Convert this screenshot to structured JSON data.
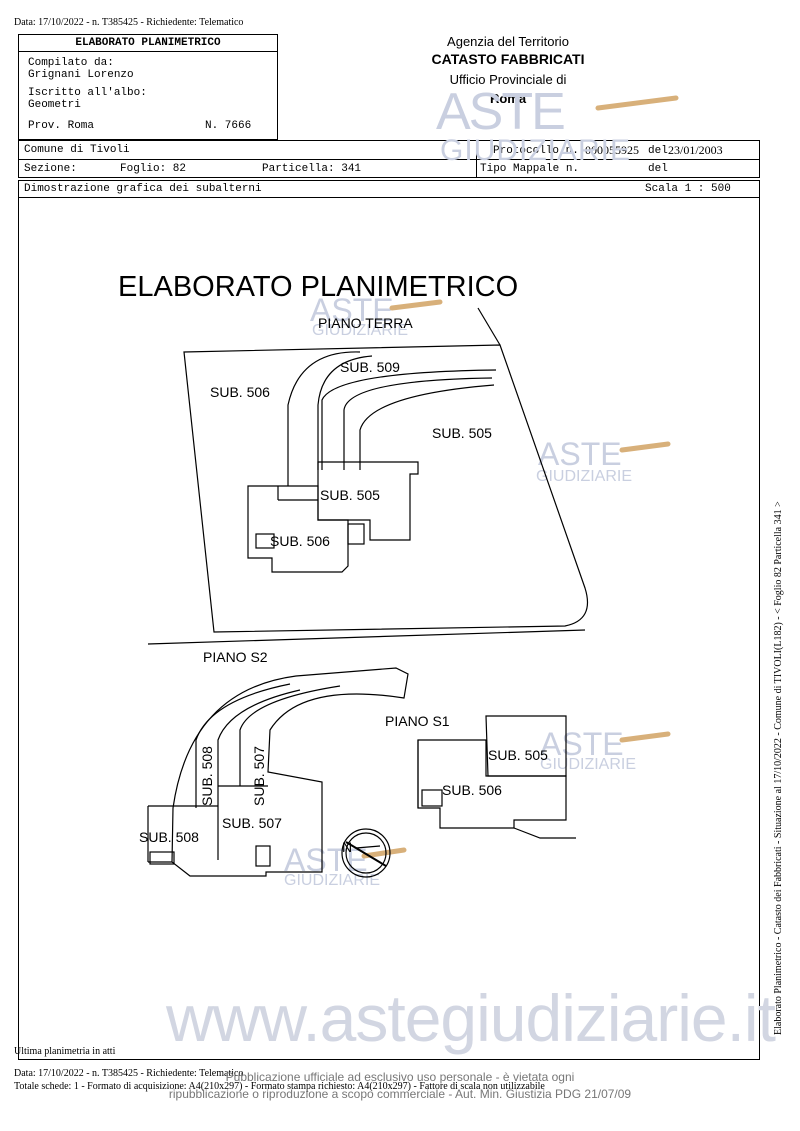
{
  "top_line": "Data: 17/10/2022 - n. T385425 - Richiedente: Telematico",
  "header": {
    "form_title": "ELABORATO PLANIMETRICO",
    "compilato_label": "Compilato da:",
    "compilato_value": "Grignani Lorenzo",
    "iscritto_label": "Iscritto all'albo:",
    "iscritto_value": "Geometri",
    "prov": "Prov. Roma",
    "numero": "N.  7666",
    "agency": "Agenzia del Territorio",
    "catasto": "CATASTO FABBRICATI",
    "ufficio": "Ufficio Provinciale di",
    "city": "Roma",
    "comune": "Comune di Tivoli",
    "sezione": "Sezione:",
    "foglio": "Foglio: 82",
    "particella": "Particella: 341",
    "protocollo_label": "Protocollo n.",
    "protocollo_value": "000055925",
    "del1_label": "del",
    "del1_value": "23/01/2003",
    "tipo_mappale": "Tipo Mappale n.",
    "del2_label": "del",
    "dimostrazione": "Dimostrazione grafica dei subalterni",
    "scala": "Scala 1 : 500"
  },
  "drawing": {
    "title": "ELABORATO PLANIMETRICO",
    "piano_terra": "PIANO TERRA",
    "piano_s2": "PIANO S2",
    "piano_s1": "PIANO S1",
    "north": "N",
    "labels": {
      "sub506_a": "SUB. 506",
      "sub509": "SUB. 509",
      "sub505_a": "SUB. 505",
      "sub505_b": "SUB. 505",
      "sub506_b": "SUB. 506",
      "sub508_v": "SUB. 508",
      "sub507_v": "SUB. 507",
      "sub508_h": "SUB. 508",
      "sub507_h": "SUB. 507",
      "sub505_c": "SUB. 505",
      "sub506_c": "SUB. 506"
    }
  },
  "watermarks": {
    "aste": "ASTE",
    "giudiziarie": "GIUDIZIARIE",
    "site": "www.astegiudiziarie.it"
  },
  "footer": {
    "ultima": "Ultima planimetria in atti",
    "line1": "Data: 17/10/2022 - n. T385425 - Richiedente: Telematico",
    "line2": "Totale schede: 1 - Formato di acquisizione: A4(210x297) - Formato stampa richiesto: A4(210x297) - Fattore di scala non utilizzabile",
    "notice1": "Pubblicazione ufficiale ad esclusivo uso personale - è vietata ogni",
    "notice2": "ripubblicazione o riproduzione a scopo commerciale - Aut. Min. Giustizia PDG 21/07/09"
  },
  "side_text": "Elaborato Planimetrico - Catasto dei Fabbricati - Situazione al 17/10/2022 - Comune di TIVOLI(L182) - < Foglio 82 Particella 341 >",
  "colors": {
    "watermark": "#c9cfe0",
    "gavel": "#d8b07a",
    "ink": "#000000"
  }
}
